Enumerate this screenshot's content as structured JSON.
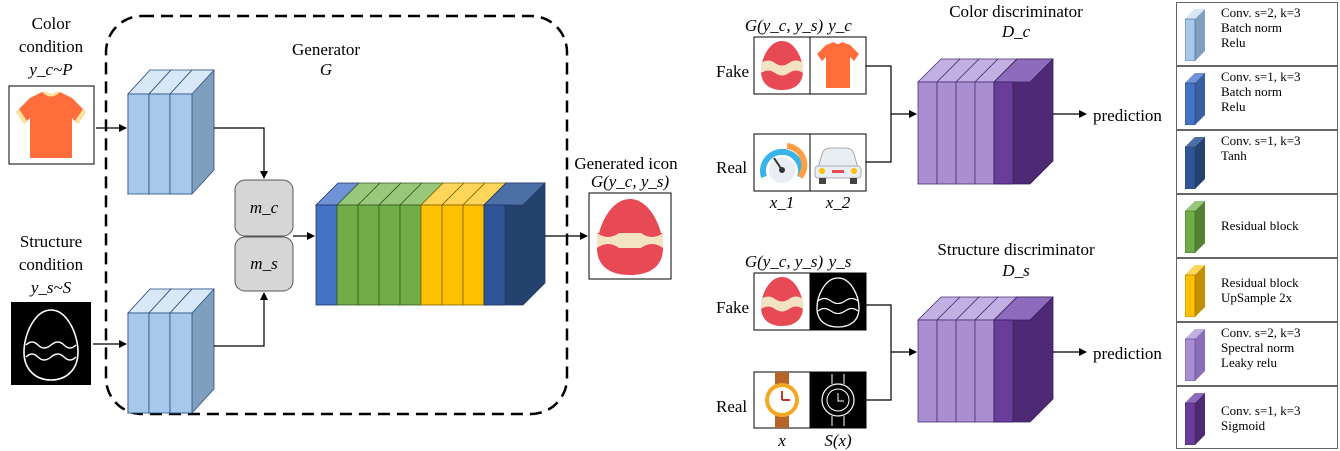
{
  "generator": {
    "title": "Generator",
    "symbol": "G",
    "color_condition": {
      "line1": "Color",
      "line2": "condition",
      "formula": "y_c~P"
    },
    "structure_condition": {
      "line1": "Structure",
      "line2": "condition",
      "formula": "y_s~S"
    },
    "m_c": "m_c",
    "m_s": "m_s",
    "output_title": "Generated icon",
    "output_formula": "G(y_c, y_s)"
  },
  "color_discriminator": {
    "title": "Color discriminator",
    "symbol": "D_c",
    "fake_label": "Fake",
    "real_label": "Real",
    "col1_header": "G(y_c, y_s)",
    "col2_header": "y_c",
    "x1_label": "x_1",
    "x2_label": "x_2",
    "output": "prediction"
  },
  "structure_discriminator": {
    "title": "Structure discriminator",
    "symbol": "D_s",
    "fake_label": "Fake",
    "real_label": "Real",
    "col1_header": "G(y_c, y_s)",
    "col2_header": "y_s",
    "x_label": "x",
    "sx_label": "S(x)",
    "output": "prediction"
  },
  "legend": [
    {
      "color": "#a7c8ea",
      "lines": [
        "Conv. s=2, k=3",
        "Batch norm",
        "Relu"
      ]
    },
    {
      "color": "#4472c4",
      "lines": [
        "Conv. s=1, k=3",
        "Batch norm",
        "Relu"
      ]
    },
    {
      "color": "#2f5597",
      "lines": [
        "Conv. s=1, k=3",
        "Tanh"
      ]
    },
    {
      "color": "#70ad47",
      "lines": [
        "Residual block"
      ]
    },
    {
      "color": "#ffc000",
      "lines": [
        "Residual block",
        "UpSample 2x"
      ]
    },
    {
      "color": "#a98fd0",
      "lines": [
        "Conv. s=2, k=3",
        "Spectral norm",
        "Leaky relu"
      ]
    },
    {
      "color": "#6a3d9a",
      "lines": [
        "Conv. s=1, k=3",
        "Sigmoid"
      ]
    }
  ]
}
